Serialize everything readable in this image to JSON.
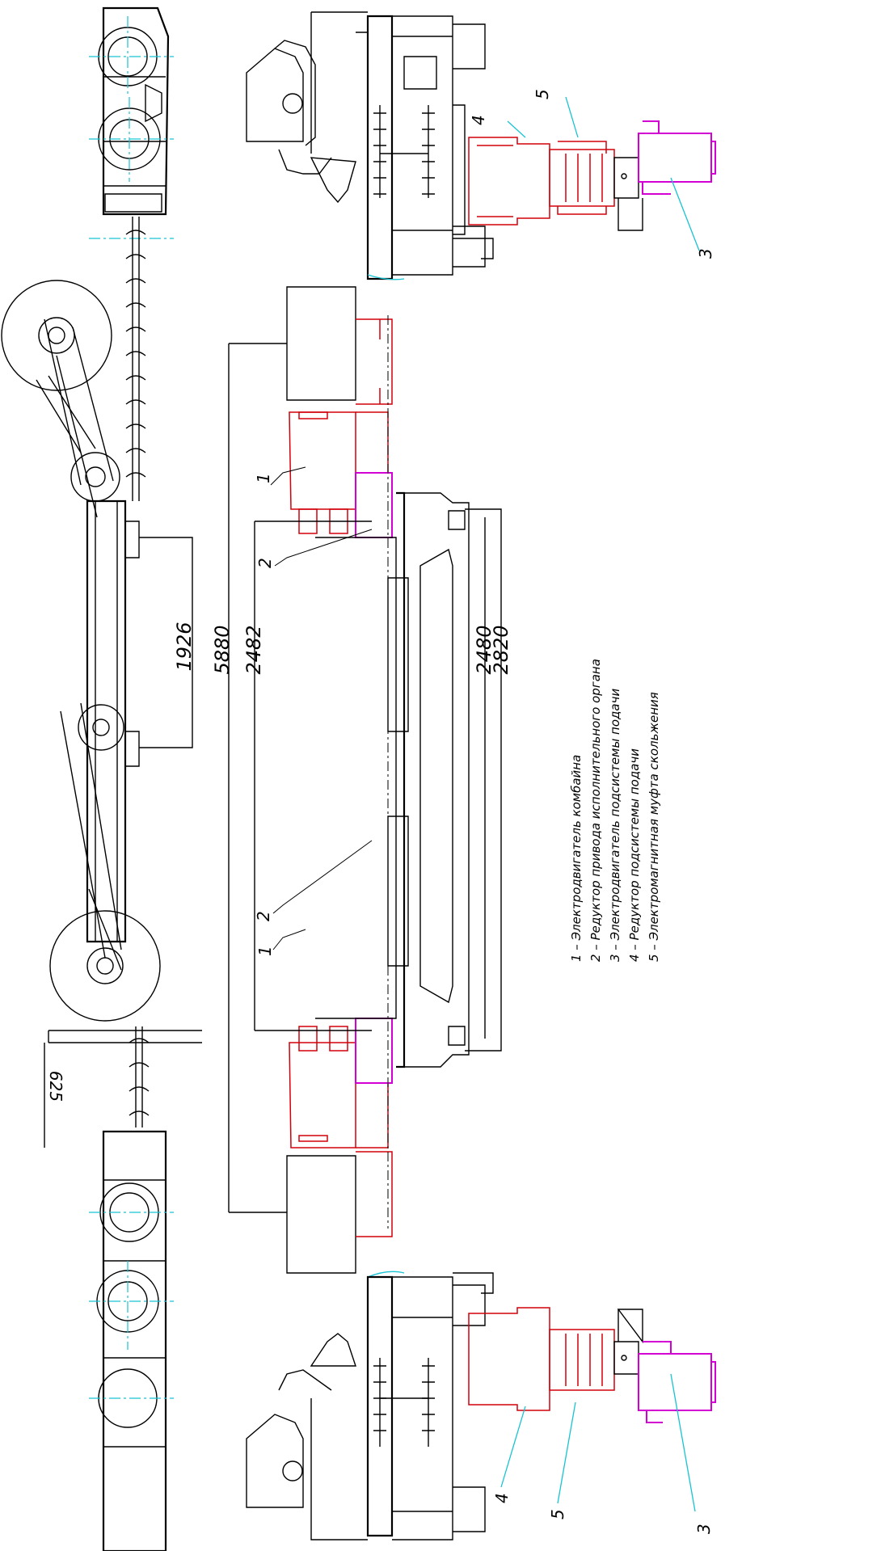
{
  "drawing": {
    "dimensions": {
      "d1926": "1926",
      "d5880": "5880",
      "d2482": "2482",
      "d2480": "2480",
      "d2820": "2820",
      "d625": "625"
    },
    "callouts": {
      "top_5": "5",
      "top_4": "4",
      "top_3": "3",
      "mid_1a": "1",
      "mid_2a": "2",
      "mid_1b": "1",
      "mid_2b": "2",
      "bot_4": "4",
      "bot_5": "5",
      "bot_3": "3"
    },
    "legend": [
      "1 – Электродвигатель комбайна",
      "2 – Редуктор привода исполнительного органа",
      "3 – Электродвигатель подсистемы подачи",
      "4 – Редуктор подсистемы подачи",
      "5 – Электромагнитная муфта скольжения"
    ],
    "colors": {
      "outline": "#000000",
      "motor_drive": "#d2000a",
      "reducer_motor": "#d200d2",
      "centerlines": "#18c3d2"
    }
  }
}
